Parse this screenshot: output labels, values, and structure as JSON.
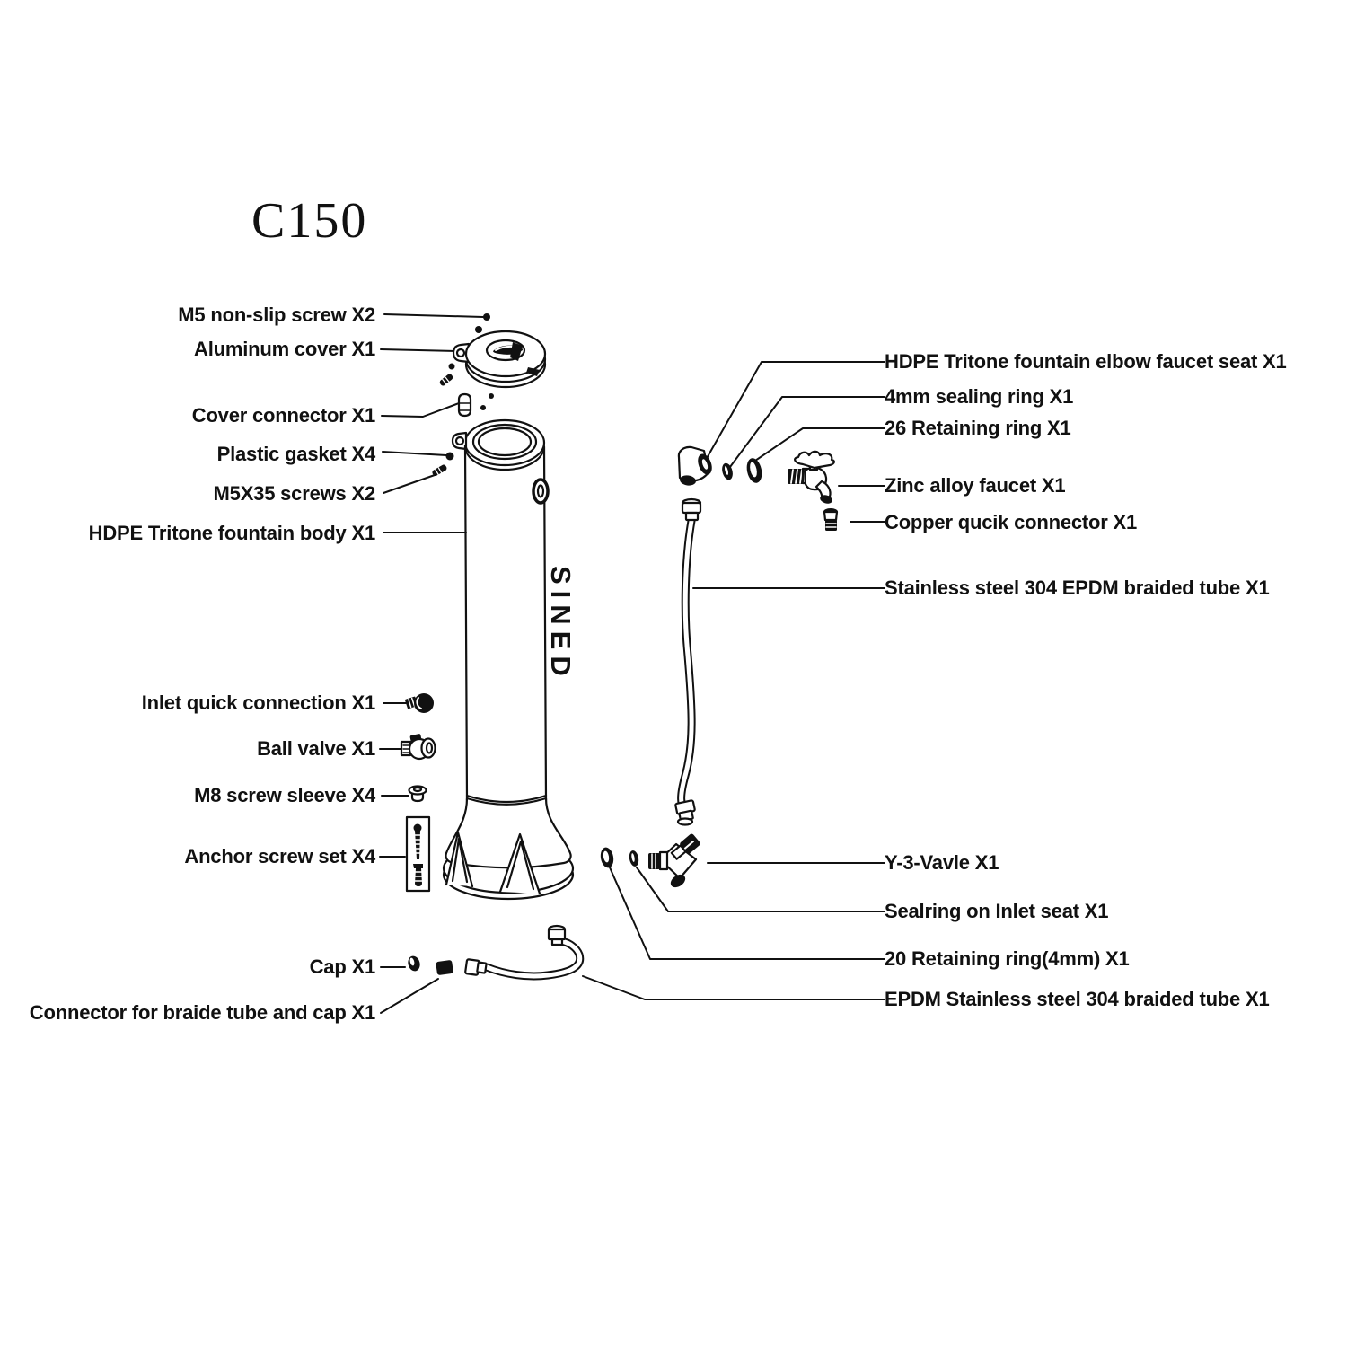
{
  "title": "C150",
  "colors": {
    "ink": "#111111",
    "paper": "#ffffff"
  },
  "body_brand_text": "SINED",
  "parts_left": [
    "M5 non-slip screw X2",
    "Aluminum cover X1",
    "Cover connector X1",
    "Plastic gasket X4",
    "M5X35 screws X2",
    "HDPE Tritone fountain body X1",
    "Inlet quick connection X1",
    "Ball valve X1",
    "M8 screw sleeve X4",
    "Anchor screw set X4",
    "Cap X1",
    "Connector for braide tube and cap X1"
  ],
  "parts_right": [
    "HDPE Tritone fountain elbow faucet seat X1",
    "4mm sealing ring X1",
    "26 Retaining ring X1",
    "Zinc alloy faucet X1",
    "Copper qucik connector X1",
    "Stainless steel 304 EPDM braided tube X1",
    "Y-3-Vavle X1",
    "Sealring on Inlet seat X1",
    "20 Retaining ring(4mm) X1",
    "EPDM Stainless steel 304 braided tube X1"
  ]
}
